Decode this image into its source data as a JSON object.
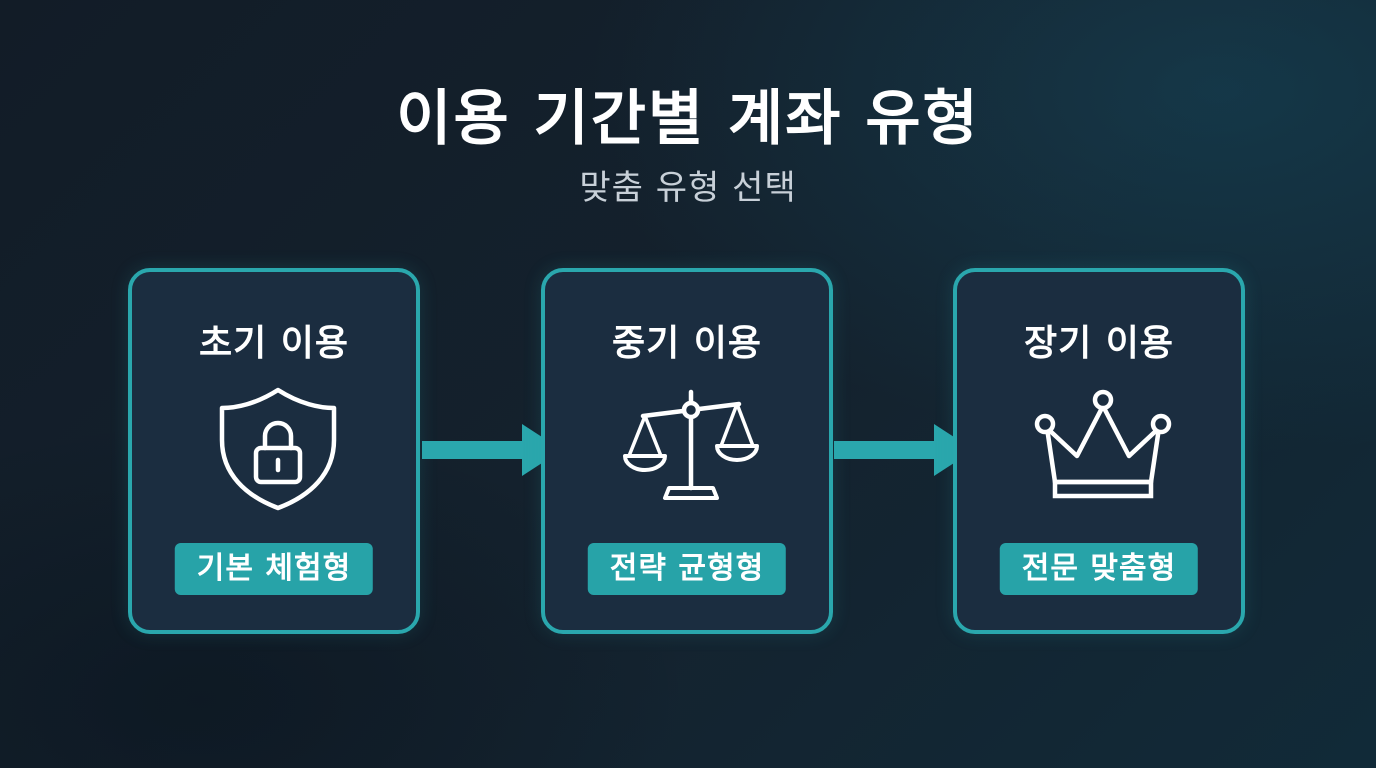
{
  "title": "이용 기간별 계좌 유형",
  "subtitle": "맞춤 유형 선택",
  "cards": [
    {
      "heading": "초기 이용",
      "icon": "shield-lock-icon",
      "badge": "기본 체험형"
    },
    {
      "heading": "중기 이용",
      "icon": "balance-scale-icon",
      "badge": "전략 균형형"
    },
    {
      "heading": "장기 이용",
      "icon": "crown-icon",
      "badge": "전문 맞춤형"
    }
  ],
  "colors": {
    "accent": "#2aa7ad",
    "card_bg": "#1b2d40",
    "background": "#14222e"
  }
}
